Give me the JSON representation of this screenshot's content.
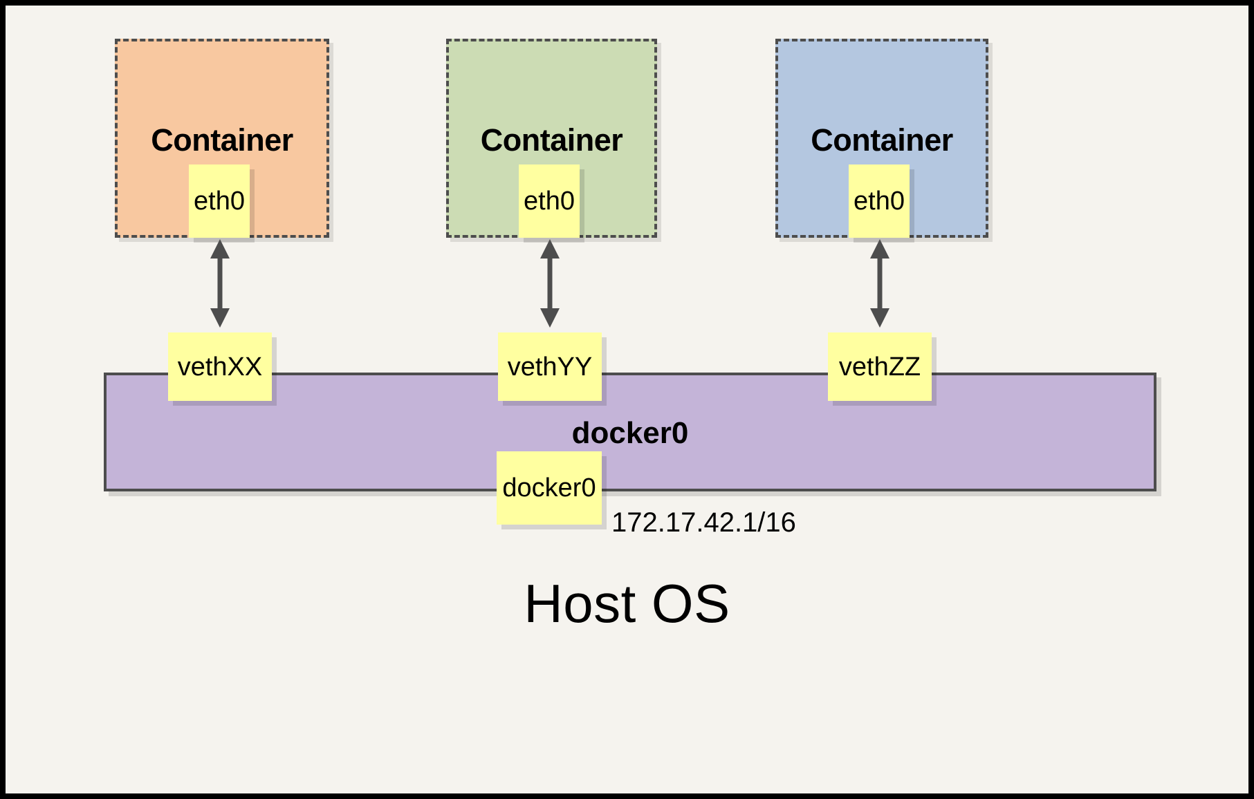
{
  "diagram": {
    "title": "Host OS",
    "background_color": "#f5f3ee",
    "border_color": "#000000",
    "containers": [
      {
        "label": "Container",
        "fill_color": "#f8c8a0",
        "border_color": "#4d4d4d",
        "interface": {
          "label": "eth0",
          "fill_color": "#ffffa0"
        },
        "veth": {
          "label": "vethXX",
          "fill_color": "#ffffa0"
        }
      },
      {
        "label": "Container",
        "fill_color": "#ccdcb4",
        "border_color": "#4d4d4d",
        "interface": {
          "label": "eth0",
          "fill_color": "#ffffa0"
        },
        "veth": {
          "label": "vethYY",
          "fill_color": "#ffffa0"
        }
      },
      {
        "label": "Container",
        "fill_color": "#b4c7e0",
        "border_color": "#4d4d4d",
        "interface": {
          "label": "eth0",
          "fill_color": "#ffffa0"
        },
        "veth": {
          "label": "vethZZ",
          "fill_color": "#ffffa0"
        }
      }
    ],
    "bridge": {
      "label": "docker0",
      "interface_label": "docker0",
      "ip_address": "172.17.42.1/16",
      "fill_color": "#c4b4d8",
      "border_color": "#4d4d4d"
    },
    "arrow_color": "#4d4d4d"
  }
}
